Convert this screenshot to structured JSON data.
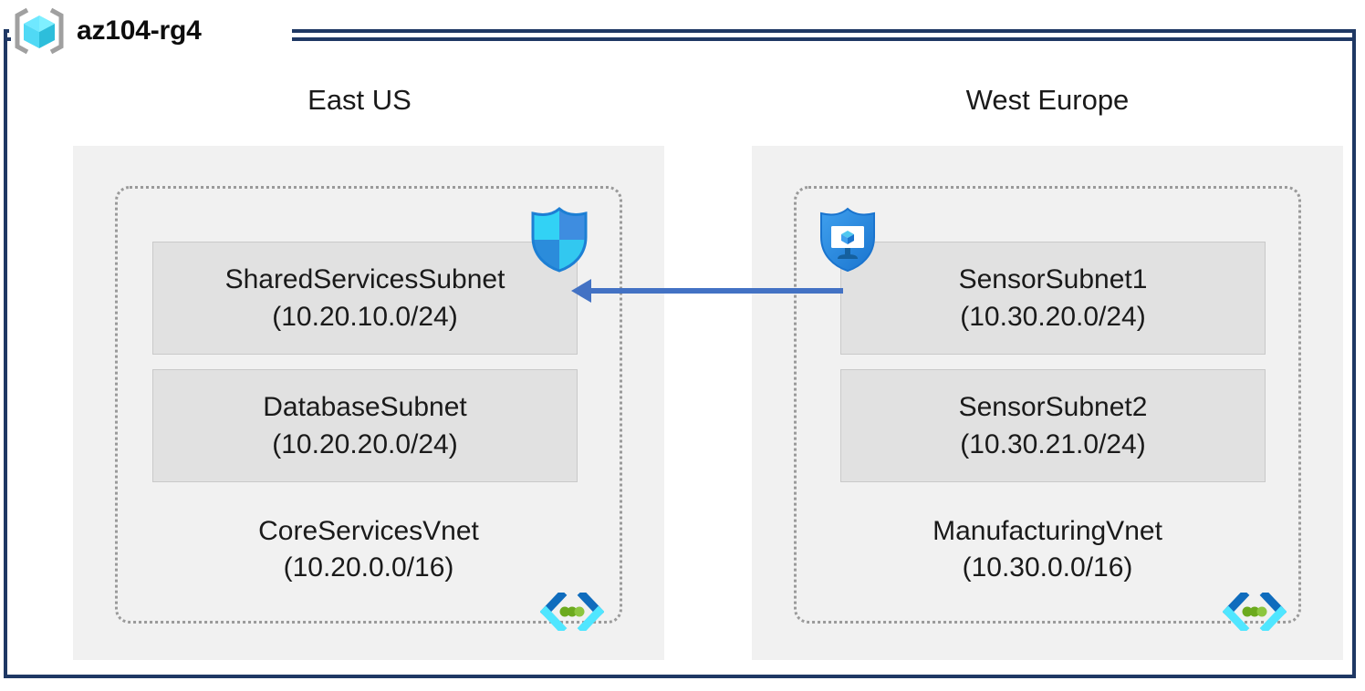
{
  "resource_group": {
    "name": "az104-rg4",
    "icon": "resource-group-cube-icon",
    "frame_color": "#1F3864"
  },
  "regions": [
    {
      "label": "East US",
      "panel_color": "#F1F1F1",
      "vnet": {
        "name": "CoreServicesVnet",
        "cidr": "(10.20.0.0/16)",
        "icon": "virtual-network-icon",
        "subnets": [
          {
            "name": "SharedServicesSubnet",
            "cidr": "(10.20.10.0/24)",
            "icon": "network-security-group-shield-icon"
          },
          {
            "name": "DatabaseSubnet",
            "cidr": "(10.20.20.0/24)",
            "icon": null
          }
        ]
      }
    },
    {
      "label": "West Europe",
      "panel_color": "#F1F1F1",
      "vnet": {
        "name": "ManufacturingVnet",
        "cidr": "(10.30.0.0/16)",
        "icon": "virtual-network-icon",
        "subnets": [
          {
            "name": "SensorSubnet1",
            "cidr": "(10.30.20.0/24)",
            "icon": "defender-shield-monitor-icon"
          },
          {
            "name": "SensorSubnet2",
            "cidr": "(10.30.21.0/24)",
            "icon": null
          }
        ]
      }
    }
  ],
  "connection": {
    "name": "vnet-peering-arrow",
    "direction": "right-to-left",
    "color": "#4372C4",
    "label": ""
  },
  "palette": {
    "subnet_fill": "#E1E1E1",
    "subnet_border": "#C9C9C9",
    "vnet_border": "#9a9a9a",
    "text": "#1a1a1a",
    "azure_blue": "#0078D4",
    "cyan": "#50E6FF",
    "green": "#5E9624"
  }
}
